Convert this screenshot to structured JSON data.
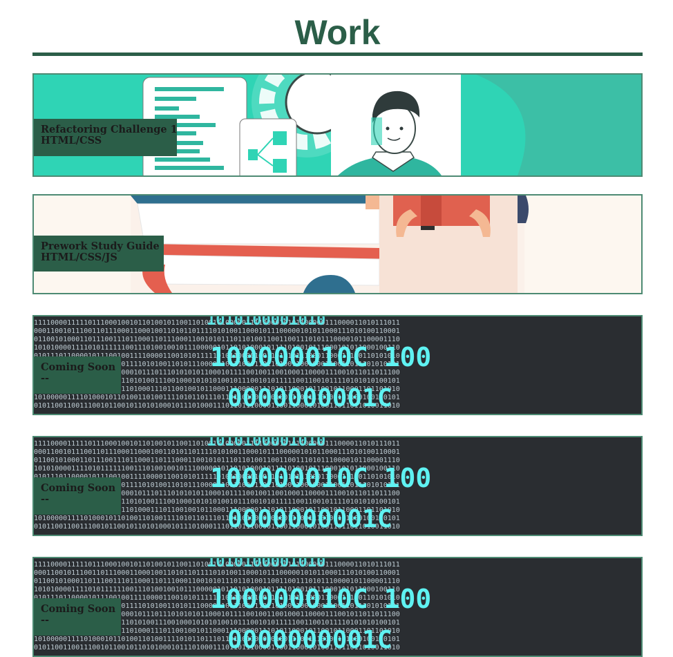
{
  "page": {
    "title": "Work"
  },
  "projects": [
    {
      "title": "Refactoring Challenge 1",
      "tech": "HTML/CSS",
      "image": "laptop-gear-developer-illustration"
    },
    {
      "title": "Prework Study Guide",
      "tech": "HTML/CSS/JS",
      "image": "person-reading-books-illustration"
    },
    {
      "title": "Coming Soon",
      "tech": "--",
      "image": "binary-code-background"
    },
    {
      "title": "Coming Soon",
      "tech": "--",
      "image": "binary-code-background"
    },
    {
      "title": "Coming Soon",
      "tech": "--",
      "image": "binary-code-background"
    }
  ],
  "colors": {
    "accent": "#2b5e48",
    "border": "#4d8a73",
    "teal": "#2fd4b5",
    "binary_bg": "#2a2d31",
    "binary_glow": "#5ff2f2"
  }
}
